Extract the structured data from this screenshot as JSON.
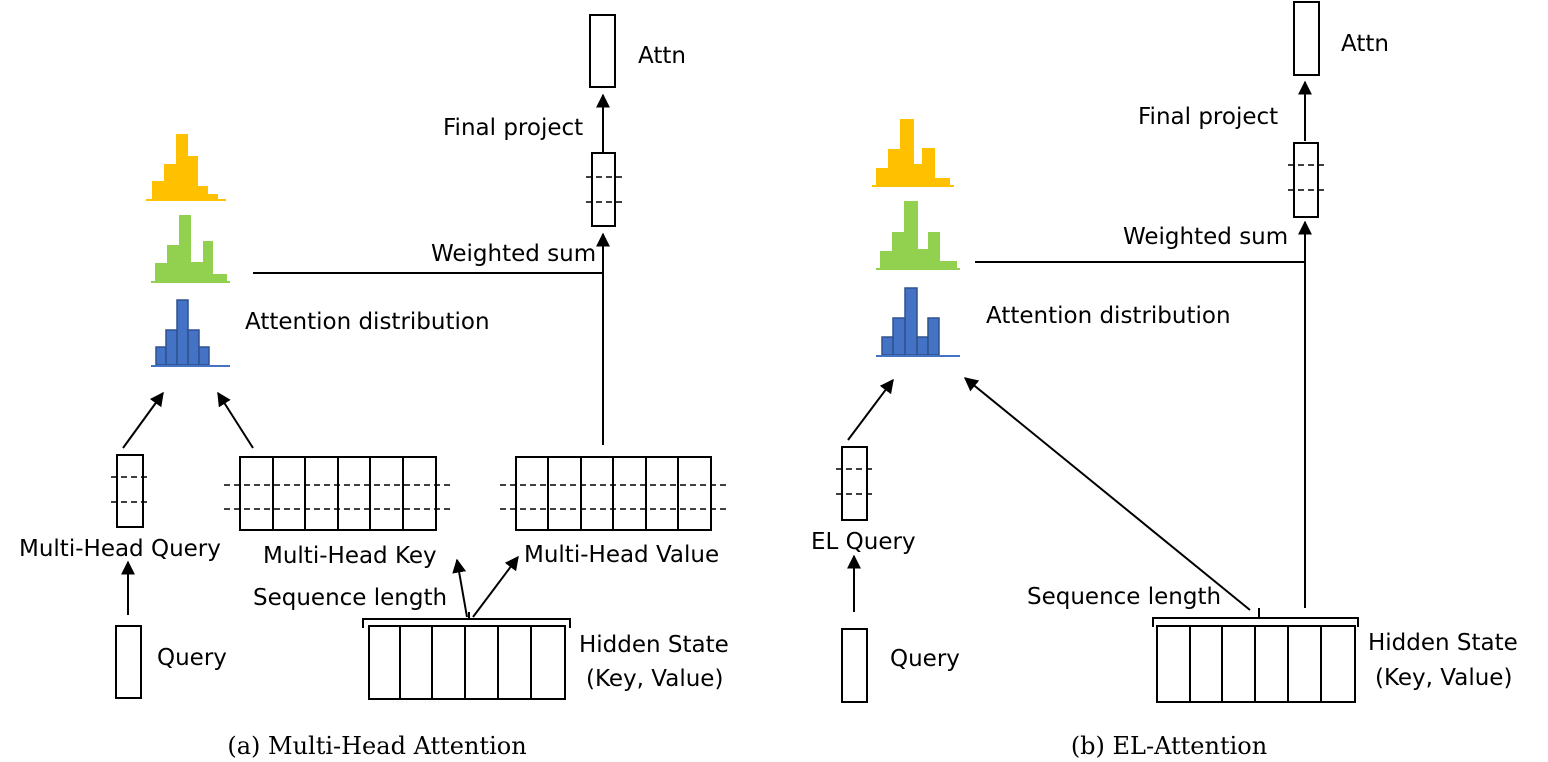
{
  "colors": {
    "hist_top": "#ffc000",
    "hist_mid": "#92d050",
    "hist_bottom": "#4472c4",
    "hist_bottom_stroke": "#2f528f",
    "stroke": "#000000"
  },
  "panel_a": {
    "caption": "(a) Multi-Head Attention",
    "attn_label": "Attn",
    "final_project_label": "Final project",
    "weighted_sum_label": "Weighted sum",
    "attention_distribution_label": "Attention distribution",
    "query_label": "Query",
    "multi_head_query_label": "Multi-Head Query",
    "multi_head_key_label": "Multi-Head Key",
    "multi_head_value_label": "Multi-Head Value",
    "sequence_length_label": "Sequence length",
    "hidden_state_label_line1": "Hidden State",
    "hidden_state_label_line2": "(Key, Value)"
  },
  "panel_b": {
    "caption": "(b) EL-Attention",
    "attn_label": "Attn",
    "final_project_label": "Final project",
    "weighted_sum_label": "Weighted sum",
    "attention_distribution_label": "Attention distribution",
    "query_label": "Query",
    "el_query_label": "EL Query",
    "sequence_length_label": "Sequence length",
    "hidden_state_label_line1": "Hidden State",
    "hidden_state_label_line2": "(Key, Value)"
  }
}
